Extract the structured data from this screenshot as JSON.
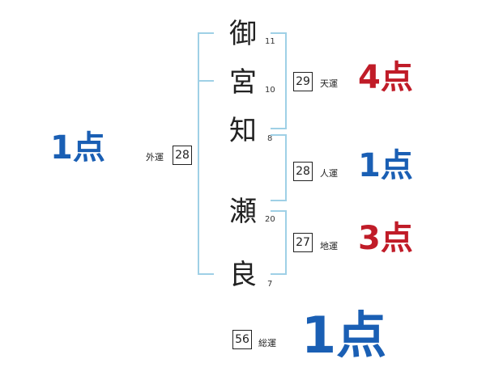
{
  "name_chars": [
    {
      "char": "御",
      "strokes": "11"
    },
    {
      "char": "宮",
      "strokes": "10"
    },
    {
      "char": "知",
      "strokes": "8"
    },
    {
      "char": "瀬",
      "strokes": "20"
    },
    {
      "char": "良",
      "strokes": "7"
    }
  ],
  "gaiun": {
    "label": "外運",
    "value": "28",
    "score": "1",
    "unit": "点"
  },
  "tenun": {
    "label": "天運",
    "value": "29",
    "score": "4",
    "unit": "点"
  },
  "jinun": {
    "label": "人運",
    "value": "28",
    "score": "1",
    "unit": "点"
  },
  "chiun": {
    "label": "地運",
    "value": "27",
    "score": "3",
    "unit": "点"
  },
  "souun": {
    "label": "総運",
    "value": "56",
    "score": "1",
    "unit": "点"
  },
  "colors": {
    "blue": "#1a5fb4",
    "red": "#c01c28",
    "bracket": "#9fd0e6"
  }
}
